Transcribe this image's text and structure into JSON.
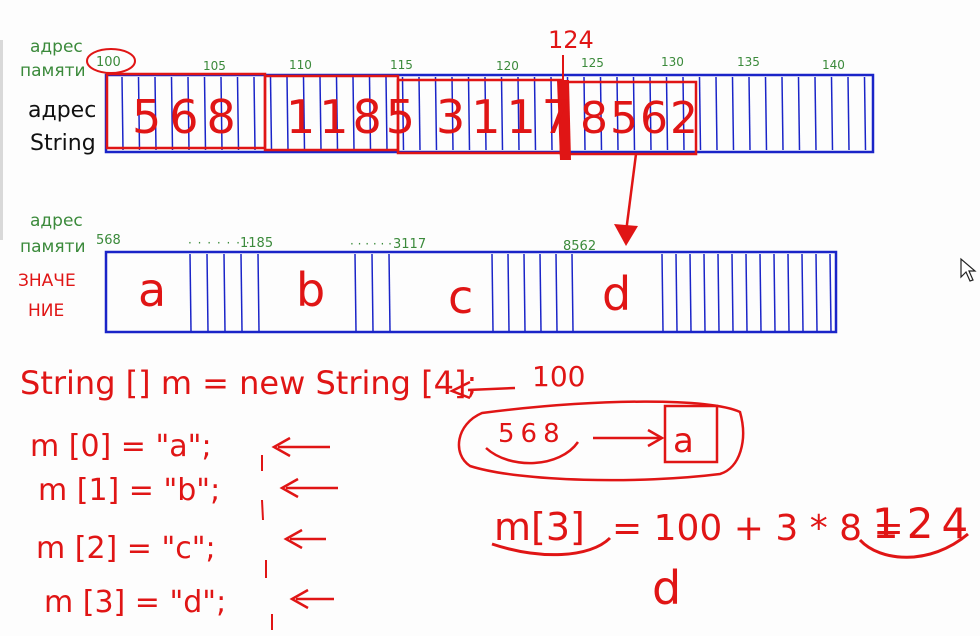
{
  "top_array": {
    "label_addr": [
      "адрес",
      "памяти"
    ],
    "label_content": [
      "адрес",
      "String"
    ],
    "start_address": "100",
    "tick_labels": [
      "105",
      "110",
      "115",
      "120",
      "125",
      "130",
      "135",
      "140"
    ],
    "marked_address": "124",
    "cell_values": [
      "568",
      "1185",
      "3117",
      "8562"
    ]
  },
  "bottom_array": {
    "label_addr": [
      "адрес",
      "памяти"
    ],
    "label_value": [
      "ЗНАЧЕ",
      "НИЕ"
    ],
    "addresses": [
      "568",
      "1185",
      "3117",
      "8562"
    ],
    "values": [
      "a",
      "b",
      "c",
      "d"
    ]
  },
  "code": {
    "declaration": "String [] m = new String [4];",
    "declaration_note": "100",
    "assignments": [
      "m [0] = \"a\";",
      "m [1] = \"b\";",
      "m [2] = \"c\";",
      "m [3] = \"d\";"
    ]
  },
  "reference_box": {
    "address": "568",
    "value": "a"
  },
  "formula": {
    "lhs": "m[3]",
    "expression": "= 100 + 3 * 8 =",
    "result": "124",
    "resolved_value": "d"
  },
  "colors": {
    "blue": "#1a24c8",
    "red": "#e01515",
    "green": "#3b8a3b",
    "black": "#111111"
  }
}
